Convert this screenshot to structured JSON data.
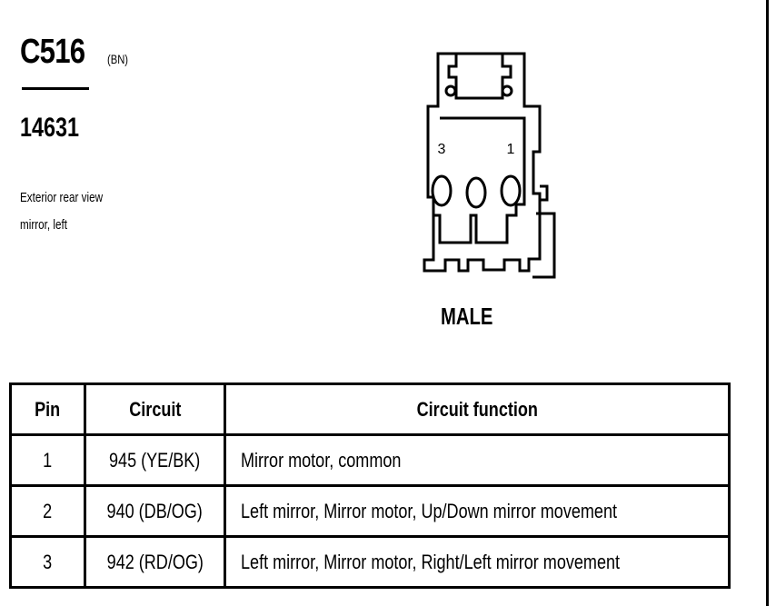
{
  "connector": {
    "id": "C516",
    "color_code": "(BN)",
    "part_number": "14631",
    "description_lines": [
      "Exterior rear view",
      "mirror, left"
    ],
    "gender": "MALE",
    "pin_labels": [
      "3",
      "1"
    ]
  },
  "pin_table": {
    "headers": [
      "Pin",
      "Circuit",
      "Circuit function"
    ],
    "rows": [
      {
        "pin": "1",
        "circuit": "945 (YE/BK)",
        "function": "Mirror motor, common"
      },
      {
        "pin": "2",
        "circuit": "940 (DB/OG)",
        "function": "Left mirror, Mirror motor, Up/Down mirror movement"
      },
      {
        "pin": "3",
        "circuit": "942 (RD/OG)",
        "function": "Left mirror, Mirror motor, Right/Left mirror movement"
      }
    ]
  }
}
